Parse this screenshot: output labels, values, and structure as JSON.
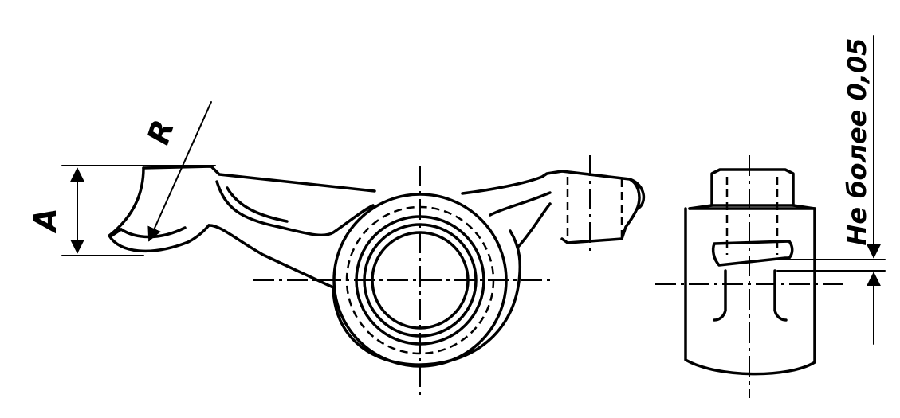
{
  "labels": {
    "dimension_a": "A",
    "radius": "R",
    "clearance": "Не более 0,05"
  },
  "colors": {
    "ink": "#000000",
    "paper": "#ffffff"
  }
}
